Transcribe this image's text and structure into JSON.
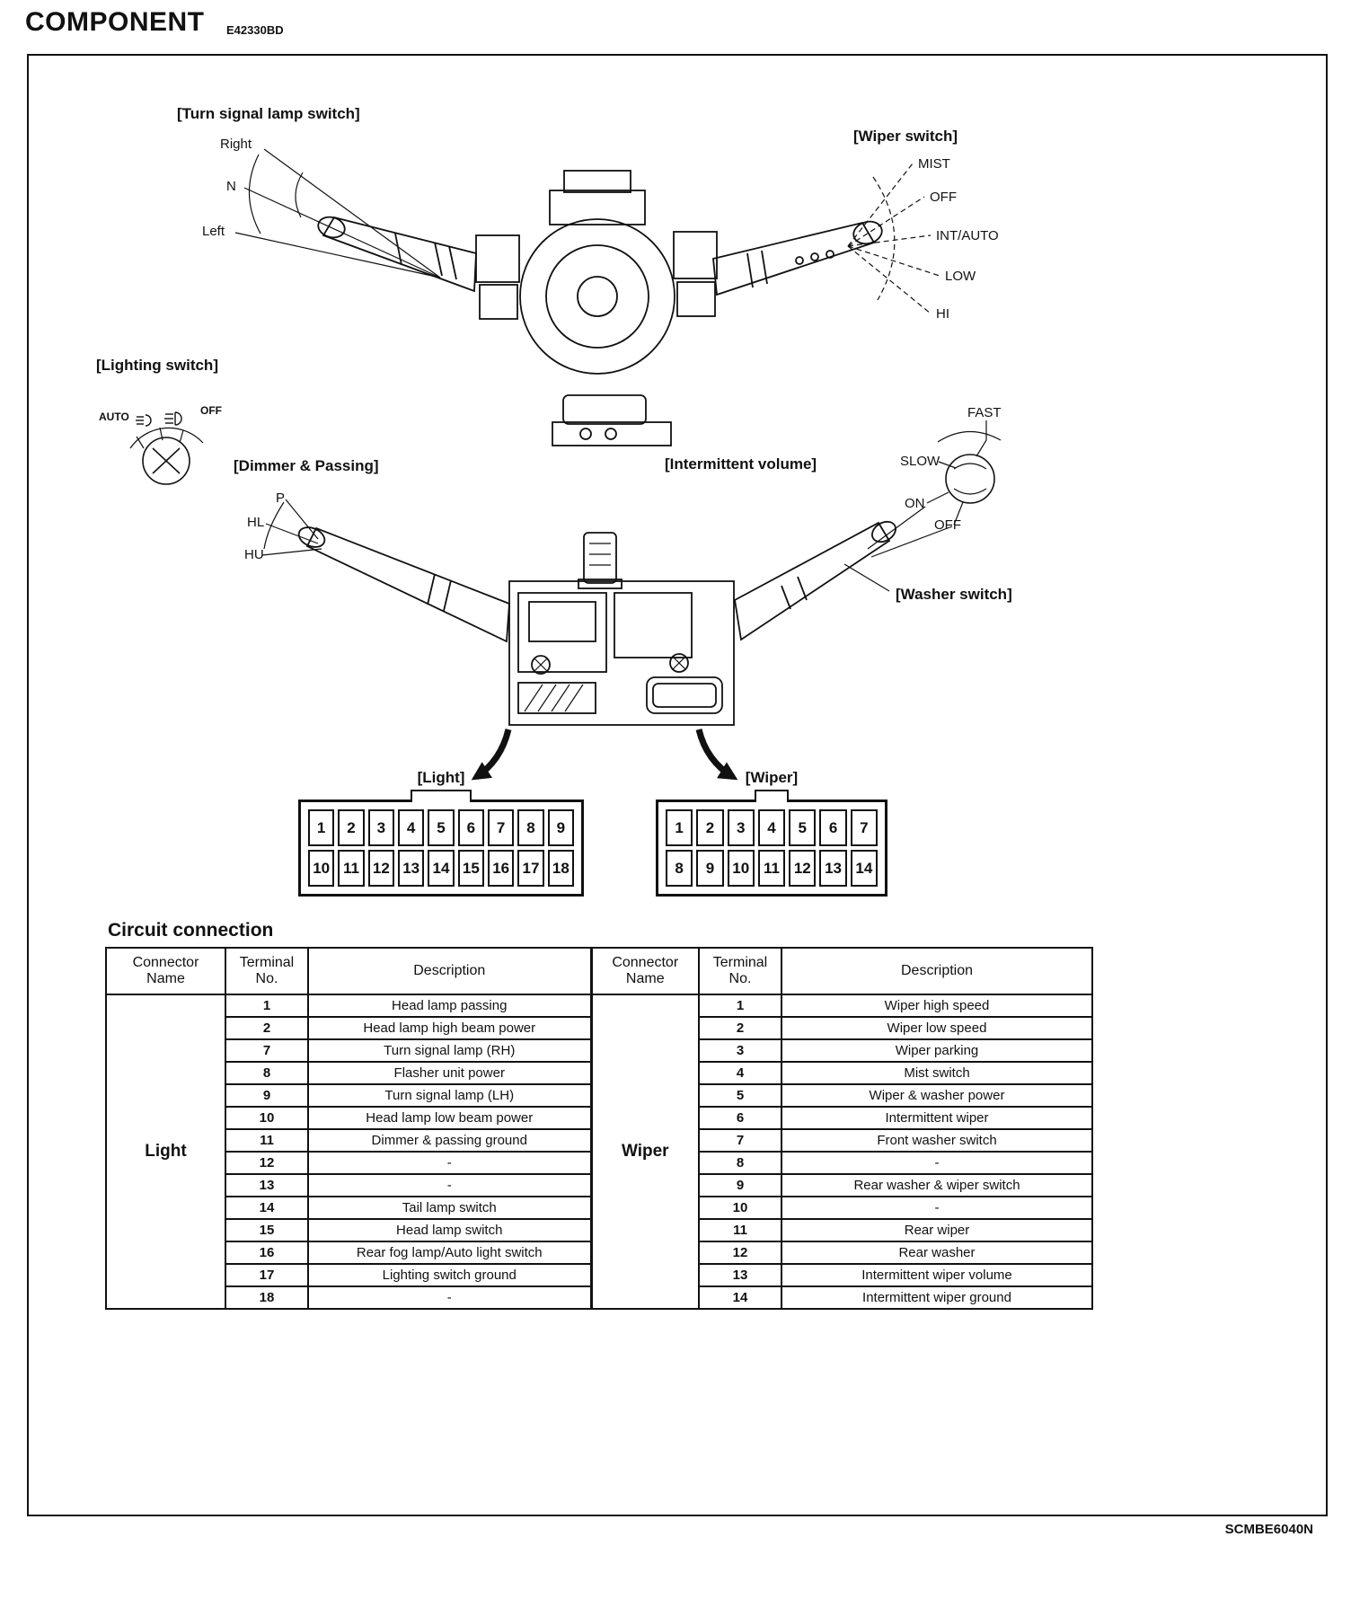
{
  "page": {
    "title": "COMPONENT",
    "doc_code": "E42330BD",
    "figure_code": "SCMBE6040N"
  },
  "colors": {
    "ink": "#111111",
    "paper": "#ffffff"
  },
  "diagram": {
    "turn_signal_switch": {
      "label": "[Turn signal lamp switch]",
      "positions": [
        "Right",
        "N",
        "Left"
      ]
    },
    "wiper_switch": {
      "label": "[Wiper switch]",
      "positions": [
        "MIST",
        "OFF",
        "INT/AUTO",
        "LOW",
        "HI"
      ]
    },
    "lighting_switch": {
      "label": "[Lighting switch]",
      "positions": [
        "AUTO",
        "OFF"
      ]
    },
    "dimmer_passing": {
      "label": "[Dimmer & Passing]",
      "positions": [
        "P",
        "HL",
        "HU"
      ]
    },
    "intermittent_volume": {
      "label": "[Intermittent volume]",
      "positions": [
        "FAST",
        "SLOW",
        "ON",
        "OFF"
      ]
    },
    "washer_switch": {
      "label": "[Washer switch]"
    },
    "connectors": {
      "light": {
        "label": "[Light]",
        "row1": [
          "1",
          "2",
          "3",
          "4",
          "5",
          "6",
          "7",
          "8",
          "9"
        ],
        "row2": [
          "10",
          "11",
          "12",
          "13",
          "14",
          "15",
          "16",
          "17",
          "18"
        ]
      },
      "wiper": {
        "label": "[Wiper]",
        "row1": [
          "1",
          "2",
          "3",
          "4",
          "5",
          "6",
          "7"
        ],
        "row2": [
          "8",
          "9",
          "10",
          "11",
          "12",
          "13",
          "14"
        ]
      }
    }
  },
  "circuit": {
    "title": "Circuit connection",
    "headers": {
      "connector": "Connector\nName",
      "terminal": "Terminal\nNo.",
      "description": "Description"
    },
    "light_connector": "Light",
    "wiper_connector": "Wiper",
    "rows": [
      {
        "light_terminal": "1",
        "light_desc": "Head lamp passing",
        "wiper_terminal": "1",
        "wiper_desc": "Wiper high speed"
      },
      {
        "light_terminal": "2",
        "light_desc": "Head lamp high beam power",
        "wiper_terminal": "2",
        "wiper_desc": "Wiper low speed"
      },
      {
        "light_terminal": "7",
        "light_desc": "Turn signal lamp (RH)",
        "wiper_terminal": "3",
        "wiper_desc": "Wiper parking"
      },
      {
        "light_terminal": "8",
        "light_desc": "Flasher unit power",
        "wiper_terminal": "4",
        "wiper_desc": "Mist switch"
      },
      {
        "light_terminal": "9",
        "light_desc": "Turn signal lamp (LH)",
        "wiper_terminal": "5",
        "wiper_desc": "Wiper & washer power"
      },
      {
        "light_terminal": "10",
        "light_desc": "Head lamp low beam power",
        "wiper_terminal": "6",
        "wiper_desc": "Intermittent wiper"
      },
      {
        "light_terminal": "11",
        "light_desc": "Dimmer & passing ground",
        "wiper_terminal": "7",
        "wiper_desc": "Front washer switch"
      },
      {
        "light_terminal": "12",
        "light_desc": "-",
        "wiper_terminal": "8",
        "wiper_desc": "-"
      },
      {
        "light_terminal": "13",
        "light_desc": "-",
        "wiper_terminal": "9",
        "wiper_desc": "Rear washer & wiper switch"
      },
      {
        "light_terminal": "14",
        "light_desc": "Tail lamp switch",
        "wiper_terminal": "10",
        "wiper_desc": "-"
      },
      {
        "light_terminal": "15",
        "light_desc": "Head lamp switch",
        "wiper_terminal": "11",
        "wiper_desc": "Rear wiper"
      },
      {
        "light_terminal": "16",
        "light_desc": "Rear fog lamp/Auto light switch",
        "wiper_terminal": "12",
        "wiper_desc": "Rear washer"
      },
      {
        "light_terminal": "17",
        "light_desc": "Lighting switch ground",
        "wiper_terminal": "13",
        "wiper_desc": "Intermittent wiper volume"
      },
      {
        "light_terminal": "18",
        "light_desc": "-",
        "wiper_terminal": "14",
        "wiper_desc": "Intermittent wiper ground"
      }
    ]
  }
}
